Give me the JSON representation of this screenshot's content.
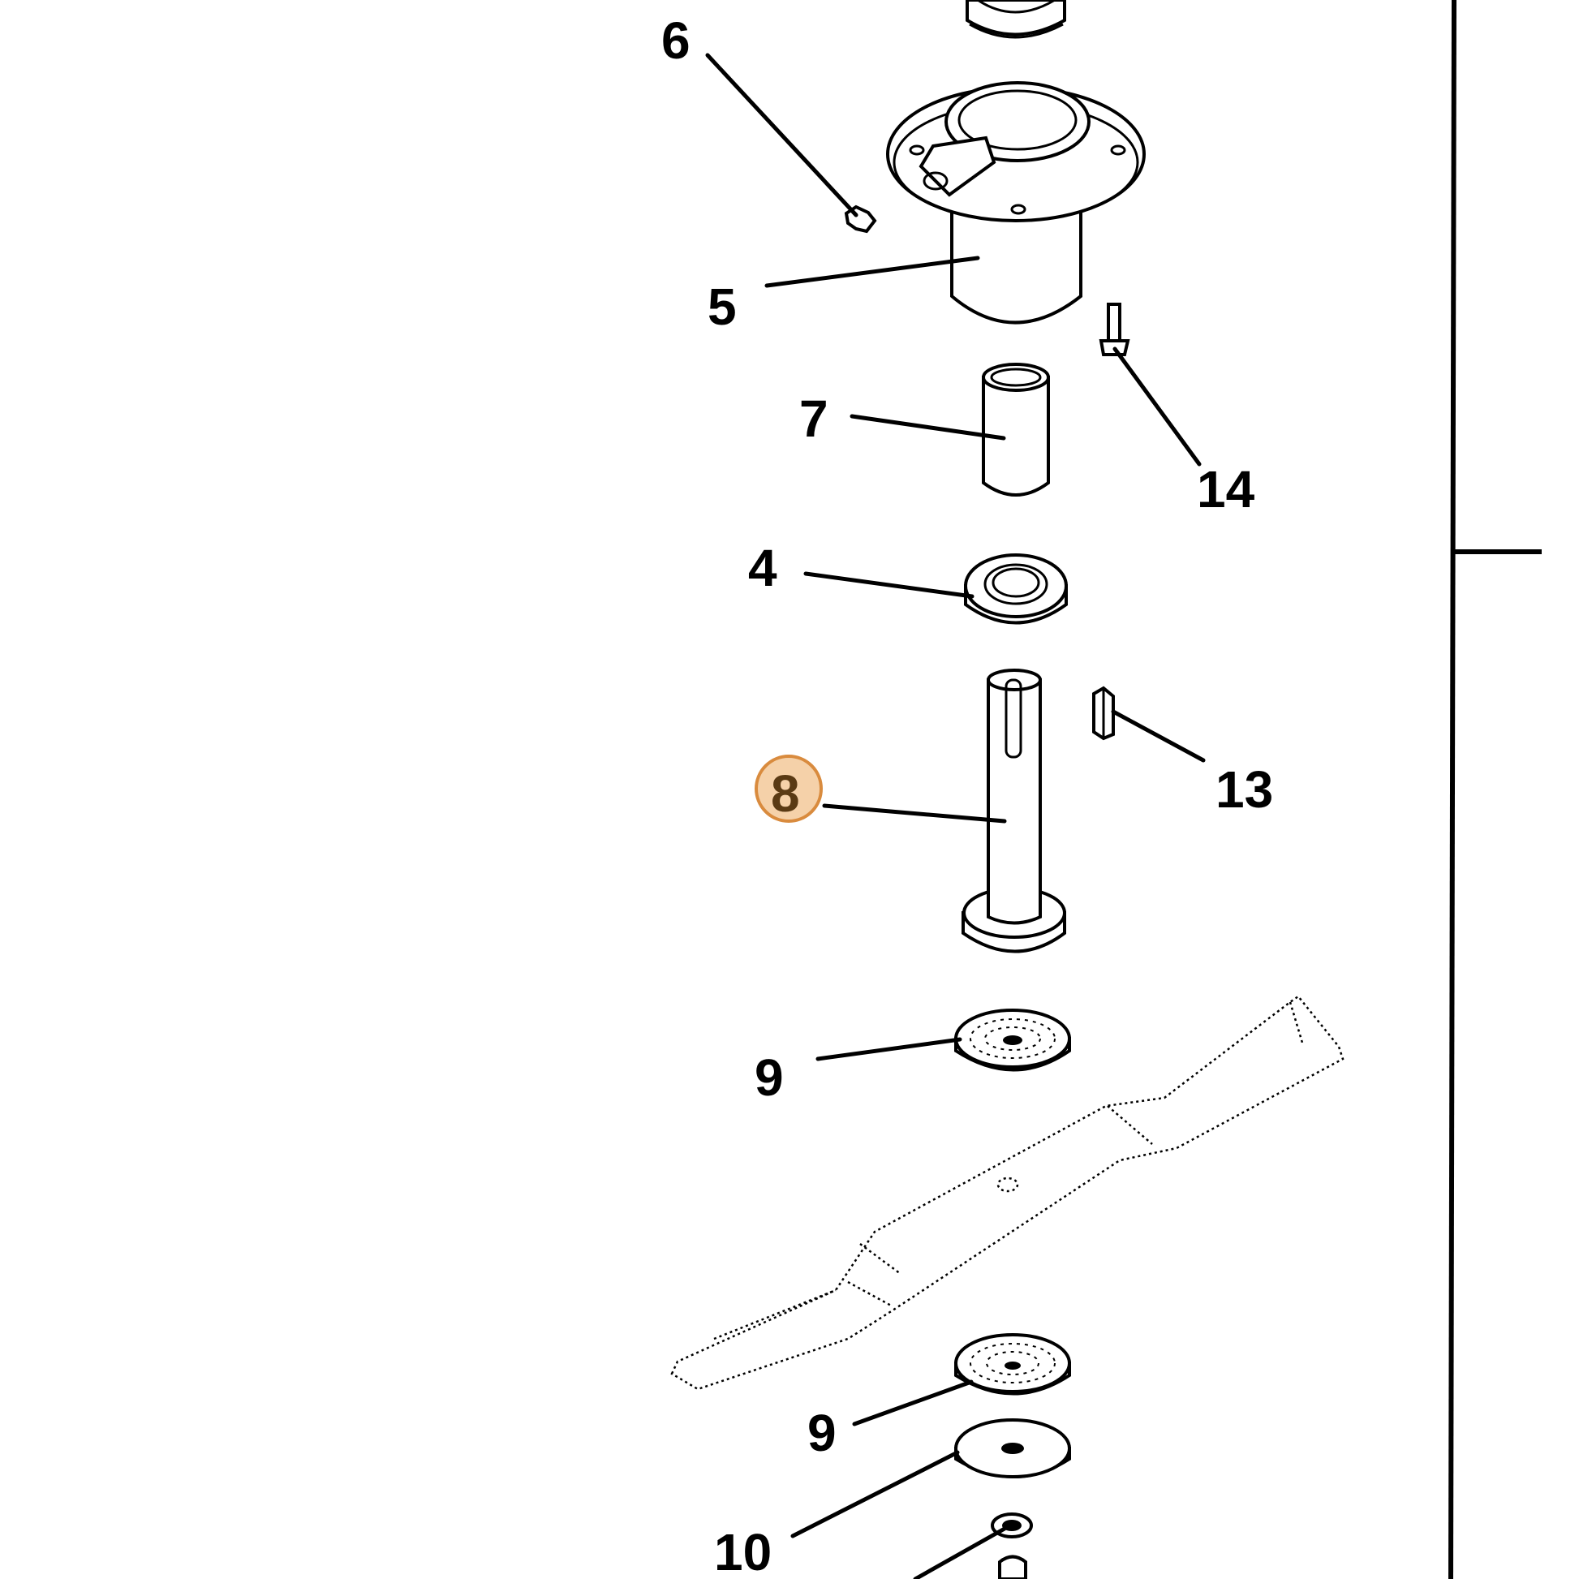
{
  "diagram": {
    "callouts": [
      {
        "id": "6",
        "label": "6"
      },
      {
        "id": "5",
        "label": "5"
      },
      {
        "id": "7",
        "label": "7"
      },
      {
        "id": "14",
        "label": "14"
      },
      {
        "id": "4",
        "label": "4"
      },
      {
        "id": "8",
        "label": "8",
        "highlighted": true
      },
      {
        "id": "13",
        "label": "13"
      },
      {
        "id": "9a",
        "label": "9"
      },
      {
        "id": "9b",
        "label": "9"
      },
      {
        "id": "10",
        "label": "10"
      }
    ],
    "colors": {
      "ink": "#000000",
      "paper": "#ffffff",
      "highlight_fill": "#f3c99a",
      "highlight_stroke": "#d98b3e",
      "highlight_text": "#5a3a14"
    }
  }
}
